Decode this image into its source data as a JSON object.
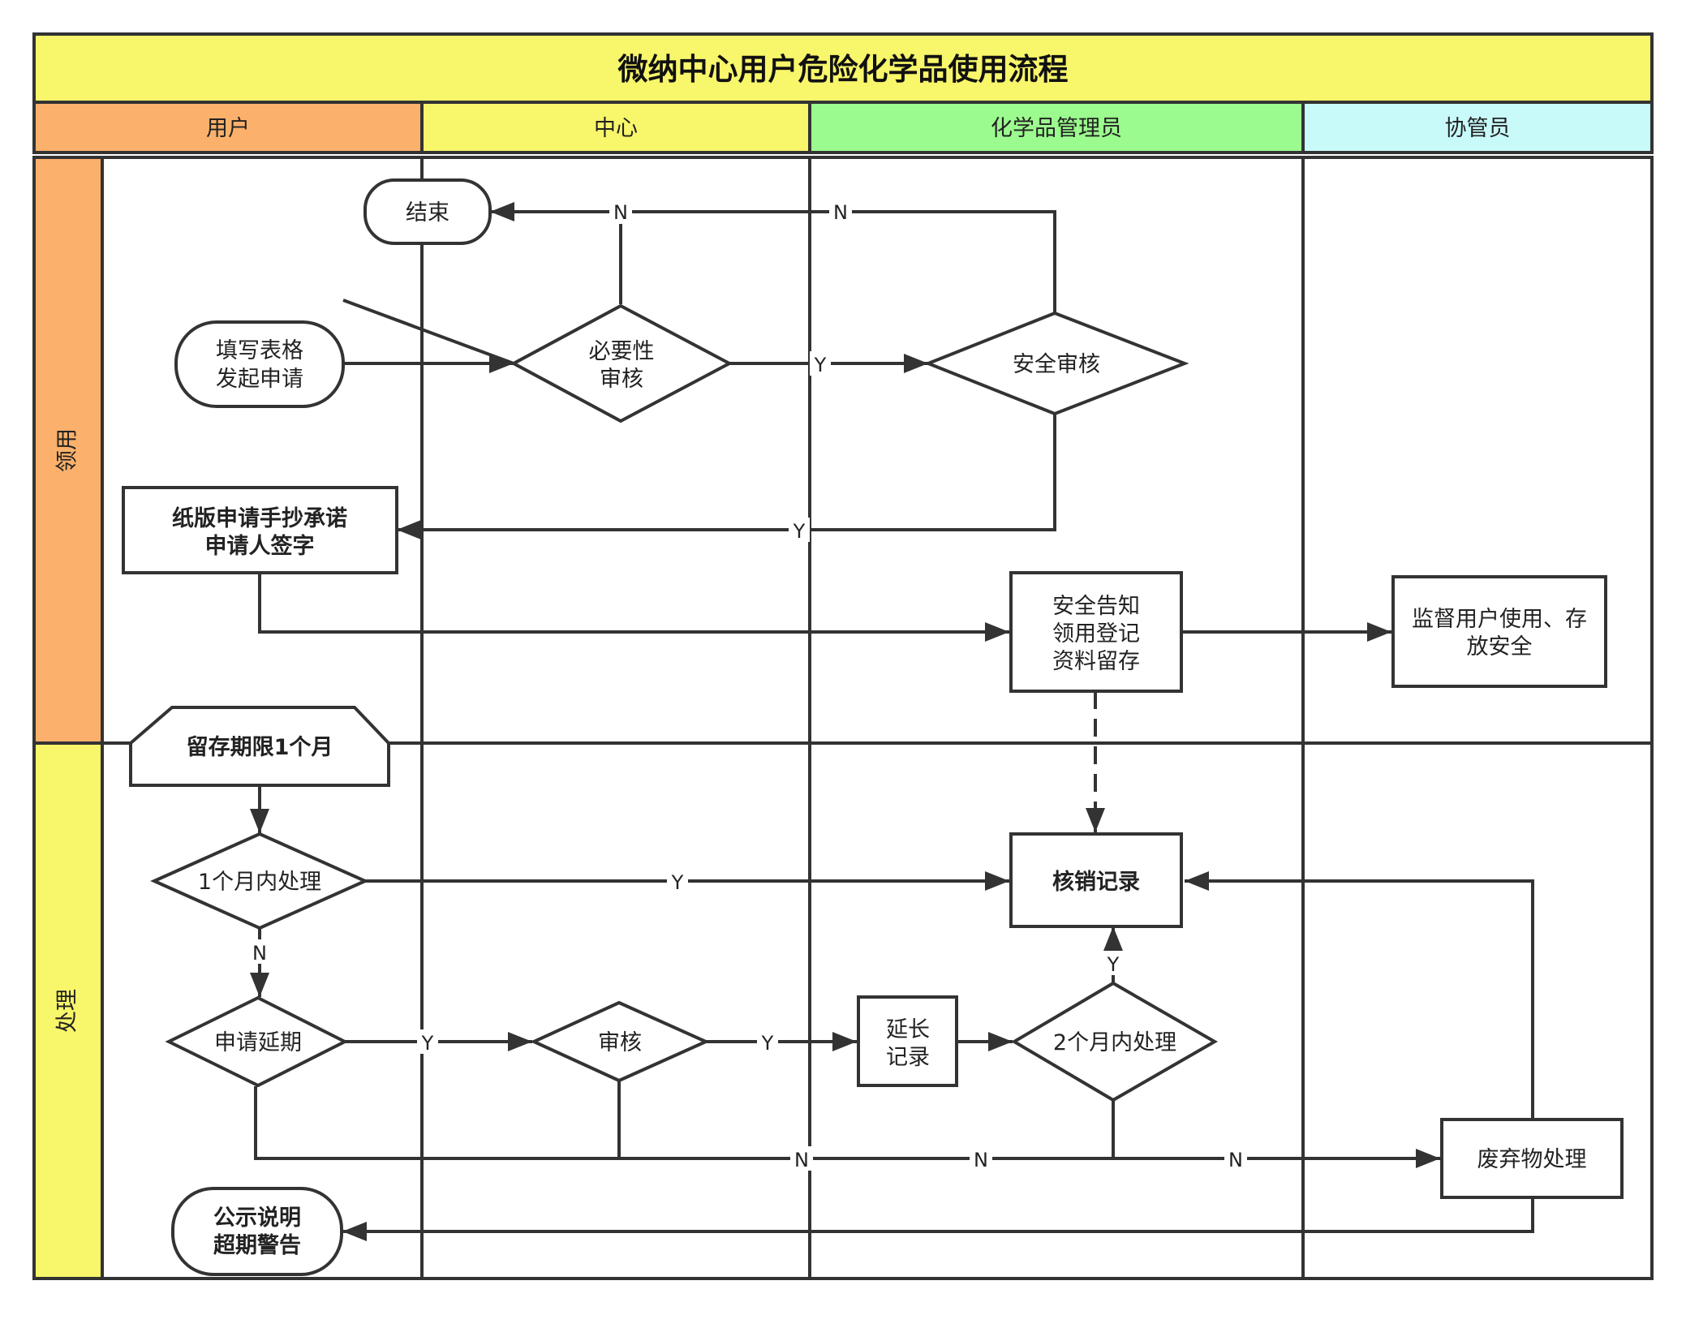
{
  "title": "微纳中心用户危险化学品使用流程",
  "lanes": [
    {
      "label": "用户",
      "color": "#FBB16B"
    },
    {
      "label": "中心",
      "color": "#F8F66A"
    },
    {
      "label": "化学品管理员",
      "color": "#9CFB8E"
    },
    {
      "label": "协管员",
      "color": "#C9FAFA"
    }
  ],
  "phases": [
    {
      "label": "领用",
      "color": "#FBB16B"
    },
    {
      "label": "处理",
      "color": "#F8F66A"
    }
  ],
  "colors": {
    "title_bg": "#F8F66A",
    "highlight_fill": "#F8F66A",
    "alert_fill": "#F0352F",
    "alert_text_yellow": "#F8F66A",
    "line": "#333333"
  },
  "nodes": {
    "end": {
      "lines": [
        "结束"
      ]
    },
    "fill_form": {
      "lines": [
        "填写表格",
        "发起申请"
      ]
    },
    "necessity_review": {
      "lines": [
        "必要性",
        "审核"
      ]
    },
    "safety_review": {
      "lines": [
        "安全审核"
      ]
    },
    "paper_application": {
      "lines": [
        "纸版申请手抄承诺",
        "申请人签字"
      ]
    },
    "safety_notice": {
      "lines": [
        "安全告知",
        "领用登记",
        "资料留存"
      ]
    },
    "supervise": {
      "lines": [
        "监督用户使用、存",
        "放安全"
      ]
    },
    "retention_limit": {
      "lines": [
        "留存期限1个月"
      ]
    },
    "within_1_month": {
      "lines": [
        "1个月内处理"
      ]
    },
    "writeoff_record": {
      "lines": [
        "核销记录"
      ]
    },
    "apply_extension": {
      "lines": [
        "申请延期"
      ]
    },
    "review": {
      "lines": [
        "审核"
      ]
    },
    "extension_record": {
      "lines": [
        "延长",
        "记录"
      ]
    },
    "within_2_months": {
      "lines": [
        "2个月内处理"
      ]
    },
    "waste_disposal": {
      "lines": [
        "废弃物处理"
      ]
    },
    "public_notice": {
      "lines": [
        "公示说明",
        "超期警告"
      ]
    }
  },
  "edge_labels": {
    "yes": "Y",
    "no": "N"
  }
}
